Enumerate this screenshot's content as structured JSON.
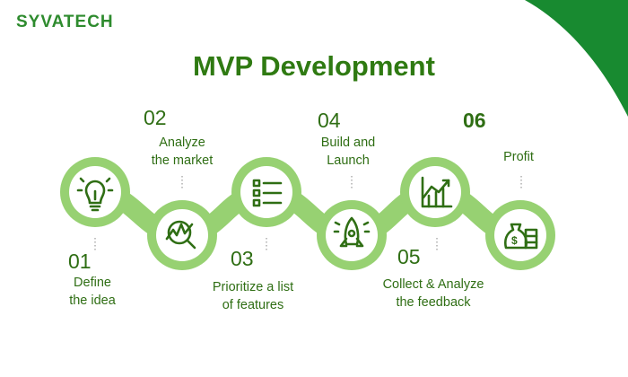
{
  "brand": {
    "logo": "SYVATECH"
  },
  "title": "MVP Development",
  "colors": {
    "dark_green": "#2f6e14",
    "light_green": "#97d172",
    "corner": "#188a30"
  },
  "steps": [
    {
      "number": "01",
      "line1": "Define",
      "line2": "the idea",
      "icon": "lightbulb-icon"
    },
    {
      "number": "02",
      "line1": "Analyze",
      "line2": "the market",
      "icon": "market-analysis-icon"
    },
    {
      "number": "03",
      "line1": "Prioritize a list",
      "line2": "of features",
      "icon": "checklist-icon"
    },
    {
      "number": "04",
      "line1": "Build and",
      "line2": "Launch",
      "icon": "rocket-icon"
    },
    {
      "number": "05",
      "line1": "Collect & Analyze",
      "line2": "the feedback",
      "icon": "growth-chart-icon"
    },
    {
      "number": "06",
      "line1": "Profit",
      "line2": "",
      "icon": "money-bag-icon"
    }
  ]
}
